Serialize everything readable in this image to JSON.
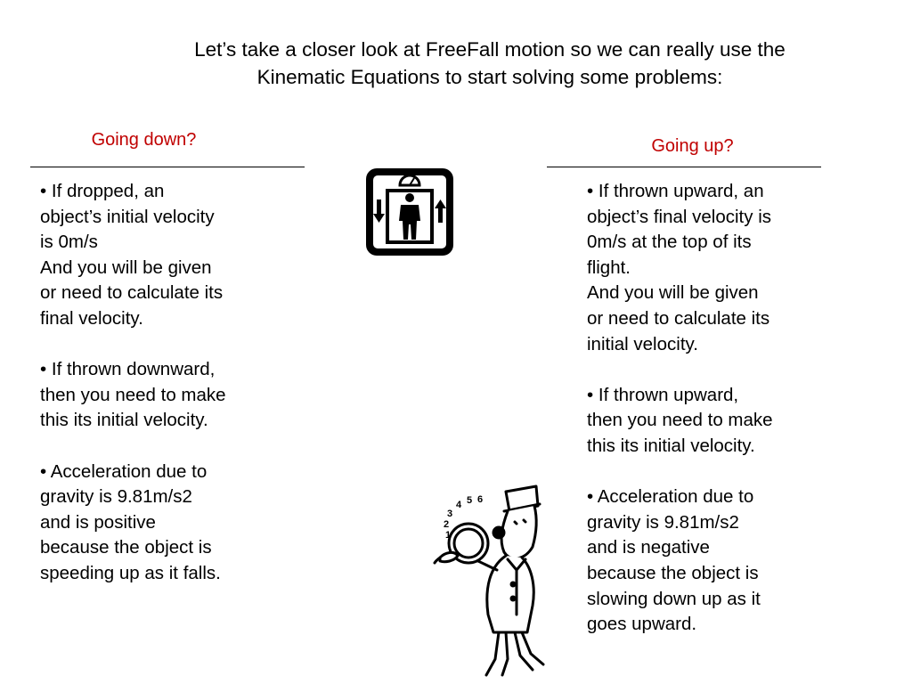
{
  "title": {
    "line1": "Let’s take a closer look at FreeFall motion so we can really use the",
    "line2": "Kinematic Equations to start solving some problems:"
  },
  "left": {
    "heading": "Going down?",
    "paragraphs": [
      [
        "•  If dropped, an",
        "object’s initial velocity",
        "is 0m/s",
        "And you will be given",
        "or need to calculate its",
        "final velocity."
      ],
      [
        "•  If thrown downward,",
        "then you need to make",
        "this its initial velocity."
      ],
      [
        "•  Acceleration due to",
        "gravity is 9.81m/s2",
        "and is positive",
        "because the object is",
        "speeding up as it falls."
      ]
    ]
  },
  "right": {
    "heading": "Going up?",
    "paragraphs": [
      [
        "•  If thrown upward, an",
        "object’s final velocity is",
        "0m/s at the top of its",
        "flight.",
        "And you will be given",
        "or need to calculate its",
        "initial velocity."
      ],
      [
        "•  If thrown upward,",
        "then you need to make",
        "this its initial velocity."
      ],
      [
        "•  Acceleration due to",
        "gravity is 9.81m/s2",
        "and is negative",
        "because the object is",
        "slowing down up as it",
        "goes upward."
      ]
    ]
  },
  "illustrations": {
    "clown_dial_numbers": [
      "1",
      "2",
      "3",
      "4",
      "5",
      "6"
    ]
  },
  "icons": [
    "elevator-icon",
    "juggler-clown-illustration"
  ]
}
